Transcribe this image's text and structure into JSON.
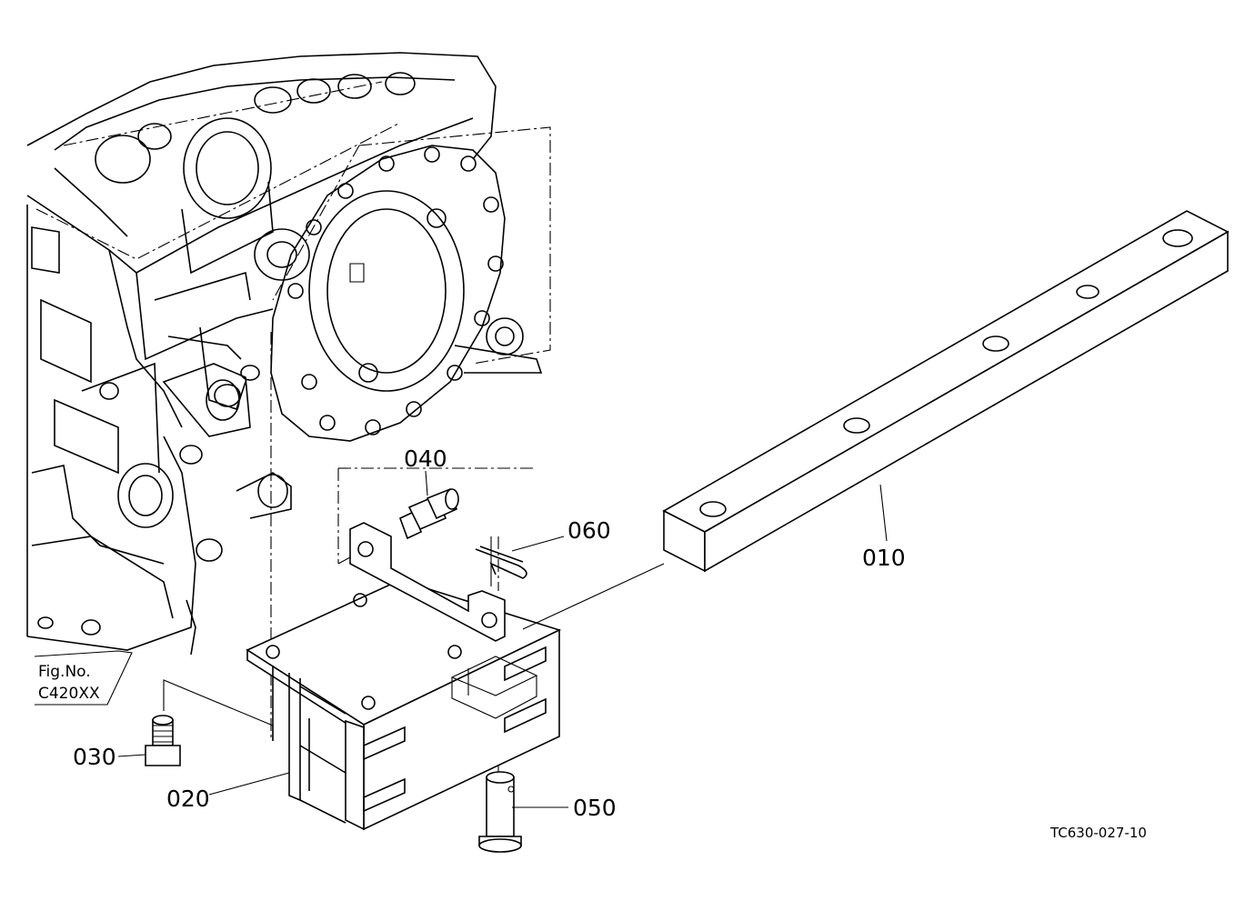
{
  "parts": [
    {
      "id": "p010",
      "label": "010"
    },
    {
      "id": "p020",
      "label": "020"
    },
    {
      "id": "p030",
      "label": "030"
    },
    {
      "id": "p040",
      "label": "040"
    },
    {
      "id": "p050",
      "label": "050"
    },
    {
      "id": "p060",
      "label": "060"
    }
  ],
  "figure_ref": {
    "line1": "Fig.No.",
    "line2": "C420XX"
  },
  "drawing_code": "TC630-027-10"
}
